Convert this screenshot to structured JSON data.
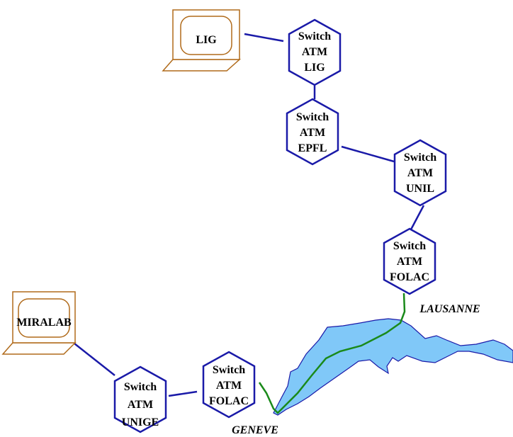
{
  "terminals": {
    "lig": "LIG",
    "miralab": "MIRALAB"
  },
  "switches": {
    "lig": {
      "line1": "Switch",
      "line2": "ATM",
      "line3": "LIG"
    },
    "epfl": {
      "line1": "Switch",
      "line2": "ATM",
      "line3": "EPFL"
    },
    "unil": {
      "line1": "Switch",
      "line2": "ATM",
      "line3": "UNIL"
    },
    "folac_lausanne": {
      "line1": "Switch",
      "line2": "ATM",
      "line3": "FOLAC"
    },
    "folac_geneve": {
      "line1": "Switch",
      "line2": "ATM",
      "line3": "FOLAC"
    },
    "unige": {
      "line1": "Switch",
      "line2": "ATM",
      "line3": "UNIGE"
    }
  },
  "cities": {
    "lausanne": "LAUSANNE",
    "geneve": "GENEVE"
  },
  "colors": {
    "switch_border": "#1a1aa8",
    "link": "#1a1aa8",
    "fiber": "#1a8a1a",
    "lake": "#80c8f8",
    "terminal": "#b06a1a"
  }
}
